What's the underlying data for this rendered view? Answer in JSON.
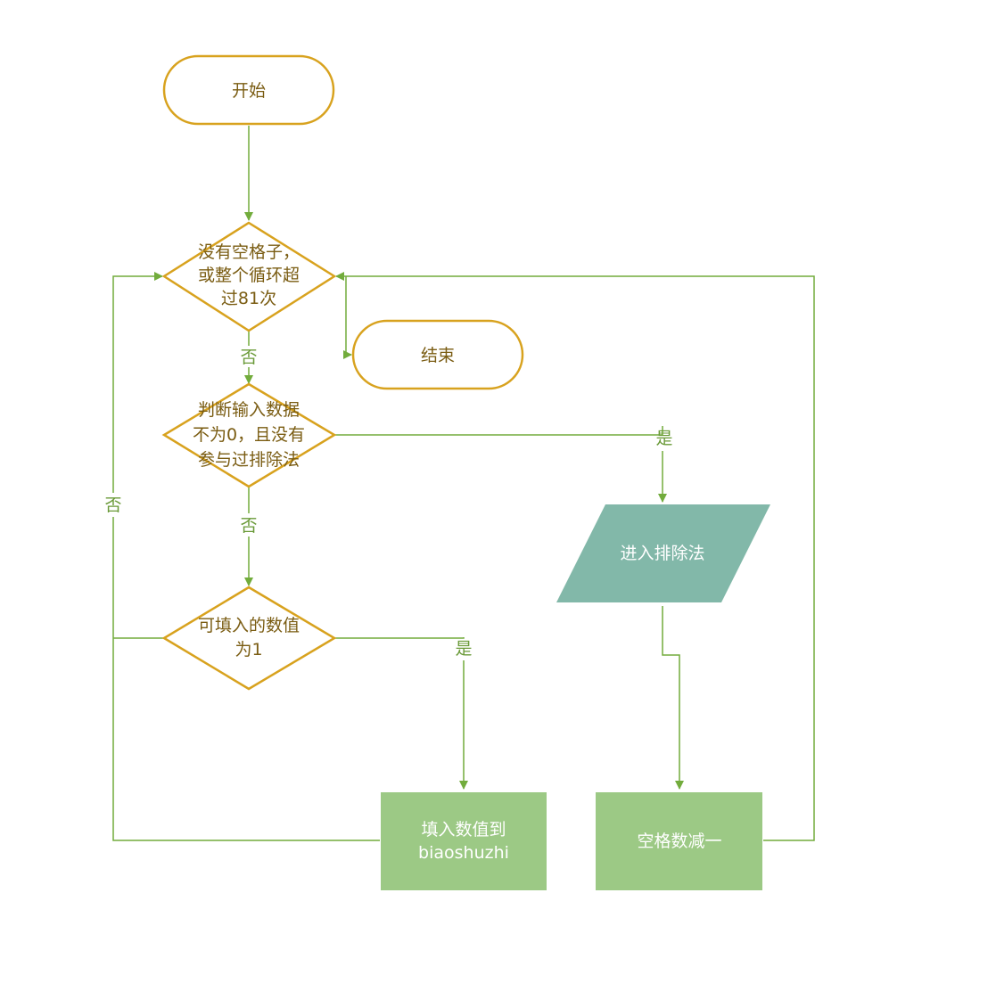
{
  "colors": {
    "line": "#72ac3c",
    "decision_stroke": "#d8a21e",
    "text_dark": "#7a5c12",
    "text_green": "#6a9a38",
    "process_fill": "#9cc985",
    "io_fill": "#82b8a9",
    "white": "#ffffff"
  },
  "nodes": {
    "start": {
      "text": "开始"
    },
    "end": {
      "text": "结束"
    },
    "decision_empty": {
      "line1": "没有空格子，",
      "line2": "或整个循环超",
      "line3": "过81次"
    },
    "decision_input": {
      "line1": "判断输入数据",
      "line2": "不为0，且没有",
      "line3": "参与过排除法"
    },
    "decision_fill": {
      "line1": "可填入的数值",
      "line2": "为1"
    },
    "exclusion": {
      "text": "进入排除法"
    },
    "fill_value": {
      "line1": "填入数值到",
      "line2": "biaoshuzhi"
    },
    "decrement": {
      "text": "空格数减一"
    }
  },
  "edge_labels": {
    "no_1": "否",
    "no_2": "否",
    "no_left": "否",
    "yes_1": "是",
    "yes_2": "是"
  }
}
